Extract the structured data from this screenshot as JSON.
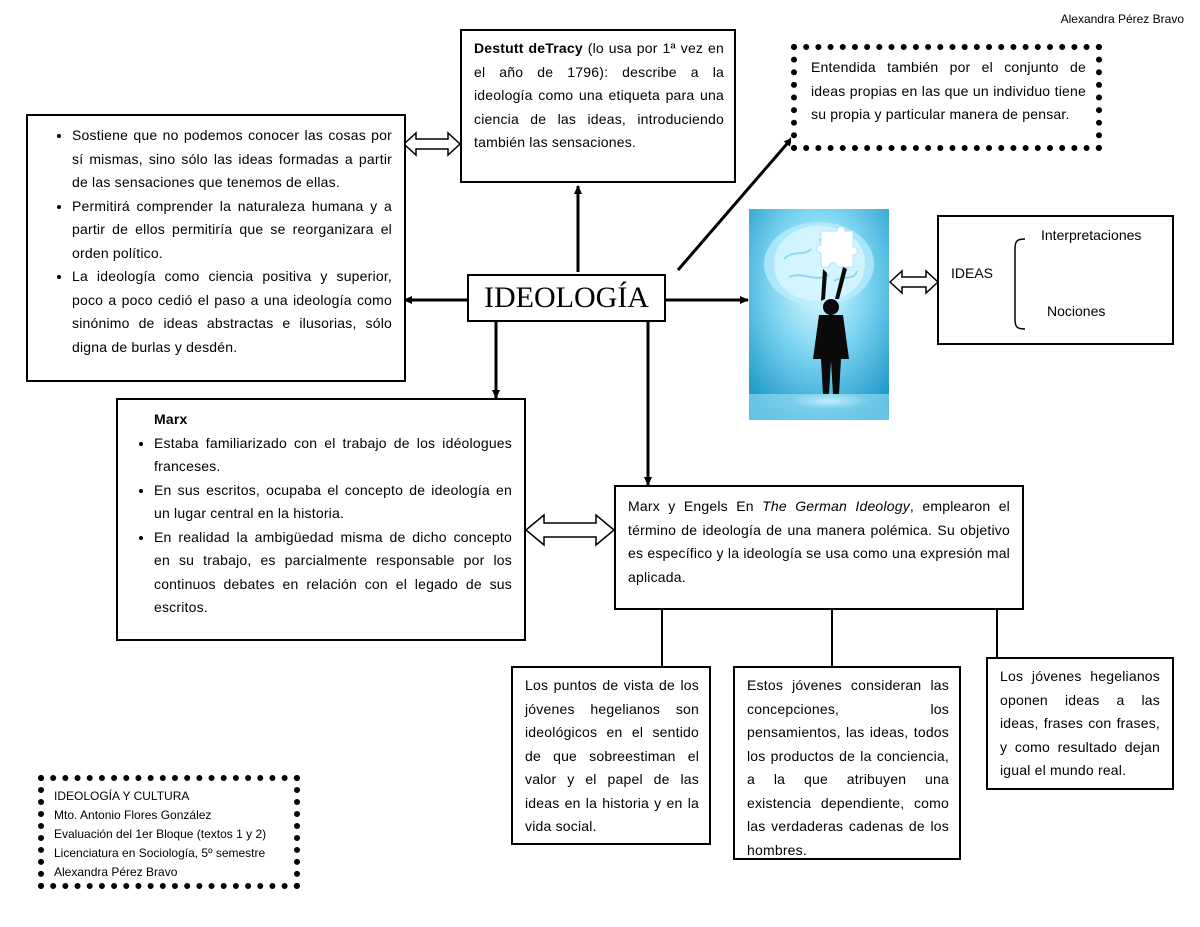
{
  "author_header": "Alexandra Pérez Bravo",
  "center": {
    "title": "IDEOLOGÍA"
  },
  "tracy": {
    "bold_lead": "Destutt deTracy",
    "text": " (lo usa por 1ª vez en el año de 1796): describe a la ideología como una etiqueta para una ciencia de las ideas, introduciendo también las sensaciones."
  },
  "entendida": {
    "text": "Entendida también por el conjunto de ideas propias en las que un individuo tiene su propia y particular manera de pensar."
  },
  "left_box": {
    "items": [
      "Sostiene que no podemos conocer las cosas por sí mismas, sino sólo las ideas formadas a partir de las sensaciones que tenemos de ellas.",
      "Permitirá comprender la naturaleza humana y a partir de ellos permitiría que se reorganizara el orden político.",
      "La ideología como ciencia positiva y superior, poco a poco cedió el paso a una ideología como sinónimo de ideas abstractas e ilusorias, sólo digna de burlas y desdén."
    ]
  },
  "ideas_box": {
    "label": "IDEAS",
    "top": "Interpretaciones",
    "bottom": "Nociones"
  },
  "marx_box": {
    "title": "Marx",
    "items": [
      "Estaba familiarizado con el trabajo de los idéologues franceses.",
      "En sus escritos, ocupaba el concepto de ideología en un lugar central en la historia.",
      "En realidad la ambigüedad misma de dicho concepto en su trabajo, es parcialmente responsable por los continuos debates en relación con el legado de sus escritos."
    ]
  },
  "engels_box": {
    "pre": "Marx y Engels En ",
    "book": "The German Ideology",
    "post": ", emplearon el término de ideología de una manera polémica. Su objetivo es específico y la ideología se usa como una expresión mal aplicada."
  },
  "bottom_boxes": [
    {
      "text": "Los puntos de vista de los jóvenes hegelianos son ideológicos en el sentido de que sobreestiman el valor y el papel de las ideas en la historia y en la vida social."
    },
    {
      "text": "Estos jóvenes consideran las concepciones, los pensamientos, las ideas, todos los productos de la conciencia, a la que atribuyen una existencia dependiente, como las verdaderas cadenas de los hombres."
    },
    {
      "text": "Los jóvenes hegelianos oponen ideas a las ideas, frases con frases, y como resultado dejan igual el mundo real."
    }
  ],
  "credits": {
    "lines": [
      "IDEOLOGÍA Y CULTURA",
      "Mto. Antonio Flores González",
      "Evaluación del 1er Bloque (textos 1 y 2)",
      "Licenciatura en Sociología, 5º semestre",
      "Alexandra Pérez Bravo"
    ]
  },
  "colors": {
    "image_bg_light": "#dff6fd",
    "image_bg_mid": "#6fd0ef",
    "image_bg_dark": "#1a9ed0"
  }
}
